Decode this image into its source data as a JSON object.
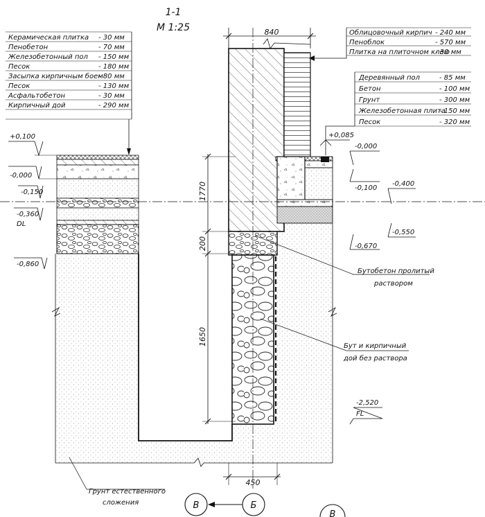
{
  "title": {
    "section": "1-1",
    "scale": "М 1:25"
  },
  "top_dimension": "840",
  "bottom_dimension": "450",
  "left_layers": [
    {
      "name": "Керамическая плитка",
      "thickness": "- 30 мм"
    },
    {
      "name": "Пенобетон",
      "thickness": "- 70 мм"
    },
    {
      "name": "Железобетонный пол",
      "thickness": "- 150 мм"
    },
    {
      "name": "Песок",
      "thickness": "- 180 мм"
    },
    {
      "name": "Засыпка кирпичным боем",
      "thickness": "- 80 мм"
    },
    {
      "name": "Песок",
      "thickness": "- 130 мм"
    },
    {
      "name": "Асфальтобетон",
      "thickness": "- 30 мм"
    },
    {
      "name": "Кирпичный дой",
      "thickness": "- 290 мм"
    }
  ],
  "wall_layers": [
    {
      "name": "Облицовочный кирпич",
      "thickness": "- 240 мм"
    },
    {
      "name": "Пеноблок",
      "thickness": "- 570 мм"
    },
    {
      "name": "Плитка на плиточном клею",
      "thickness": "- 30 мм"
    }
  ],
  "floor_layers": [
    {
      "name": "Деревянный пол",
      "thickness": "- 85 мм"
    },
    {
      "name": "Бетон",
      "thickness": "- 100 мм"
    },
    {
      "name": "Грунт",
      "thickness": "- 300 мм"
    },
    {
      "name": "Железобетонная плита",
      "thickness": "- 150 мм"
    },
    {
      "name": "Песок",
      "thickness": "- 320 мм"
    }
  ],
  "elevations_left": {
    "plus_0100": "+0,100",
    "zero": "-0,000",
    "m0150": "-0,150",
    "m0360": "-0,360",
    "dl": "DL",
    "m0860": "-0,860"
  },
  "elevations_right": {
    "plus_0085": "+0,085",
    "zero": "-0,000",
    "m0100": "-0,100",
    "m0400": "-0,400",
    "m0550": "-0,550",
    "m0670": "-0,670",
    "m2520": "-2,520",
    "fl": "FL"
  },
  "vertical_dimensions": {
    "d1770": "1770",
    "d200": "200",
    "d1650": "1650"
  },
  "callouts": {
    "butobeton_line1": "Бутобетон пролитый",
    "butobeton_line2": "раствором",
    "but_line1": "Бут и кирпичный",
    "but_line2": "дой без раствора",
    "ground_line1": "Грунт естественного",
    "ground_line2": "сложения"
  },
  "axes": {
    "b": "Б",
    "v": "В",
    "v2": "В"
  },
  "colors": {
    "ink": "#111111",
    "paper": "#ffffff",
    "fill_grey": "#e6e6e6"
  }
}
